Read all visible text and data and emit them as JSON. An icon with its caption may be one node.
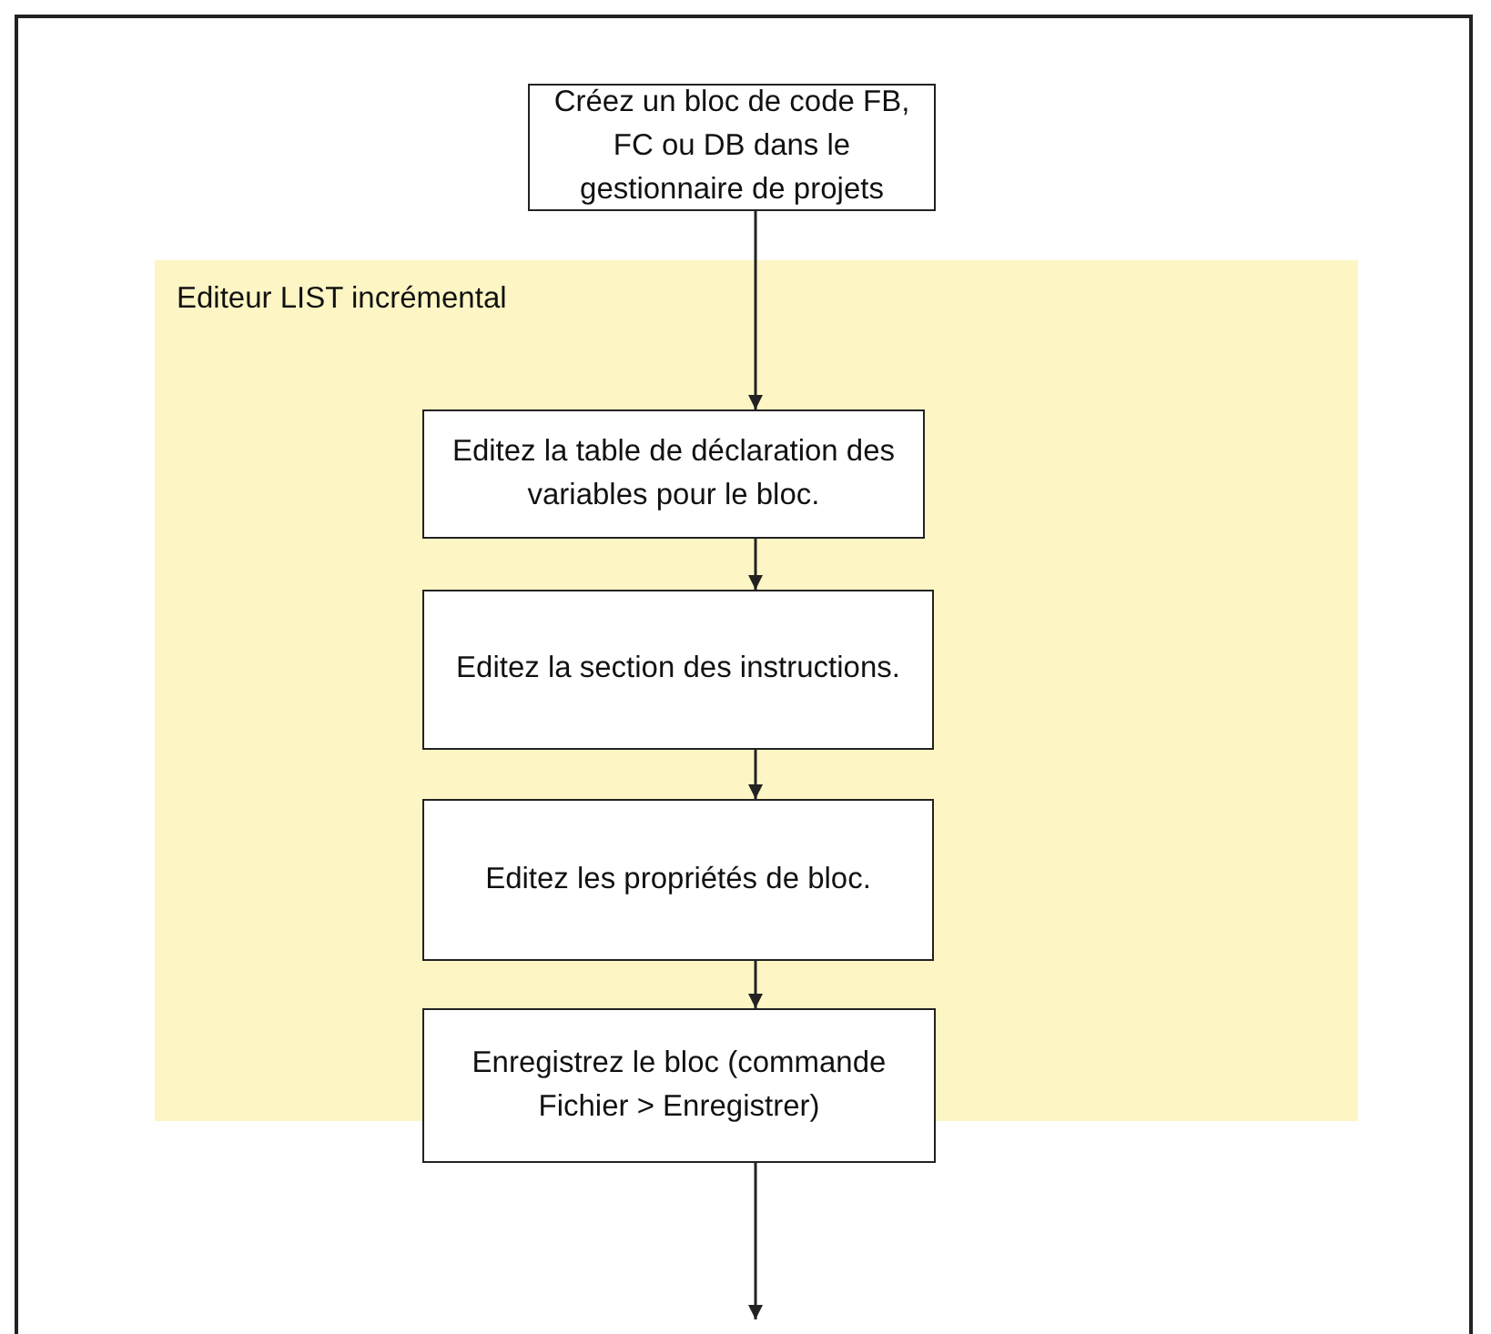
{
  "diagram": {
    "nodes": [
      {
        "text": [
          "Créez un bloc de code FB, FC ou DB dans le gestionnaire de projets"
        ]
      },
      {
        "text": [
          "Editeur LIST incrémental"
        ]
      },
      {
        "text": [
          "Editez la table de déclaration des variables pour le bloc."
        ],
        "in": 1
      },
      {
        "text": [
          "Editez la section des instructions."
        ],
        "in": 1
      },
      {
        "text": [
          "Editez les propriétés de bloc."
        ],
        "in": 1
      },
      {
        "text": [
          "Enregistrez le bloc (commande Fichier > Enregistrer)"
        ]
      }
    ],
    "edges": [
      {
        "from": 0,
        "to": 2,
        "arrow": "to"
      },
      {
        "from": 2,
        "to": 3,
        "arrow": "to"
      },
      {
        "from": 3,
        "to": 4,
        "arrow": "to"
      },
      {
        "from": 4,
        "to": 5,
        "arrow": "to"
      },
      {
        "from": 5,
        "to": null,
        "arrow": "to"
      }
    ]
  }
}
